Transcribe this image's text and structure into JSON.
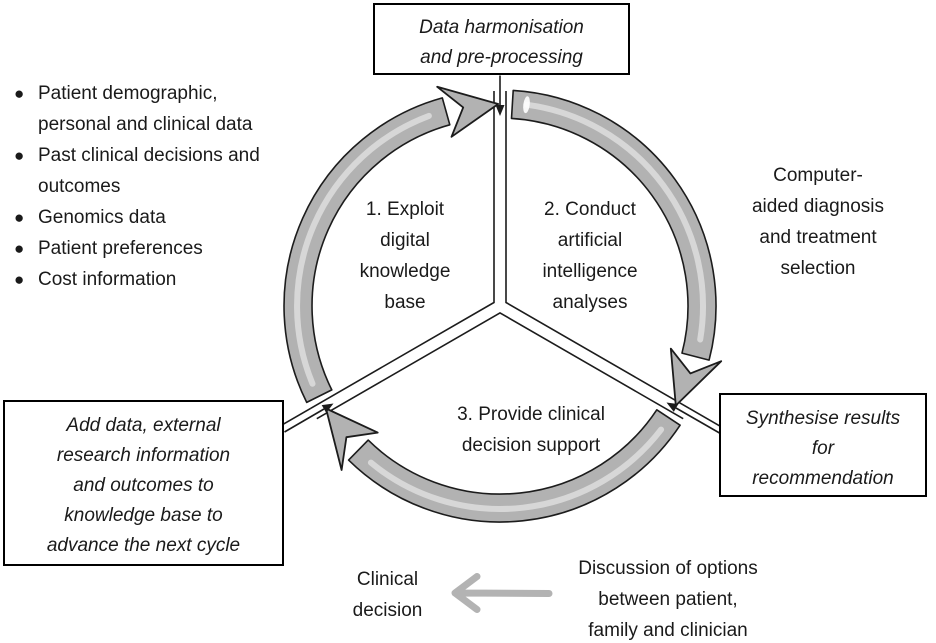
{
  "colors": {
    "band_gray": "#b2b2b2",
    "band_highlight": "#d9d9d9",
    "outline_black": "#1c1c1c",
    "box_border": "#000000",
    "text_color": "#1a1a1a",
    "bottom_arrow_gray": "#b3b3b3",
    "background": "#ffffff"
  },
  "boxes": {
    "top": [
      "Data harmonisation",
      "and pre-processing"
    ],
    "right": [
      "Synthesise results",
      "for",
      "recommendation"
    ],
    "left": [
      "Add data, external",
      "research information",
      "and outcomes to",
      "knowledge base to",
      "advance the next cycle"
    ]
  },
  "bullets": [
    [
      "Patient demographic,",
      "personal and clinical data"
    ],
    [
      "Past clinical decisions and",
      "outcomes"
    ],
    [
      "Genomics data"
    ],
    [
      "Patient preferences"
    ],
    [
      "Cost information"
    ]
  ],
  "segments": [
    [
      "1. Exploit",
      "digital",
      "knowledge",
      "base"
    ],
    [
      "2. Conduct",
      "artificial",
      "intelligence",
      "analyses"
    ],
    [
      "3. Provide clinical",
      "decision support"
    ]
  ],
  "annotations": {
    "computer_aided": [
      "Computer-",
      "aided diagnosis",
      "and treatment",
      "selection"
    ],
    "clinical_decision": [
      "Clinical",
      "decision"
    ],
    "discussion": [
      "Discussion of options",
      "between patient,",
      "family and clinician"
    ]
  }
}
